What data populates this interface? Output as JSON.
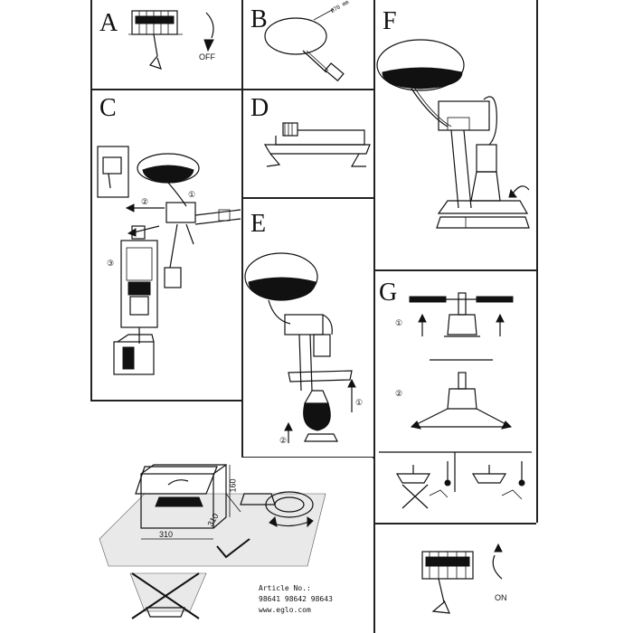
{
  "panels": {
    "A": {
      "letter": "A",
      "off_label": "OFF"
    },
    "B": {
      "letter": "B",
      "dimension_label": "Ø70 mm"
    },
    "C": {
      "letter": "C",
      "steps": [
        "①",
        "②",
        "③"
      ]
    },
    "D": {
      "letter": "D"
    },
    "E": {
      "letter": "E",
      "steps": [
        "①",
        "②"
      ]
    },
    "F": {
      "letter": "F"
    },
    "G": {
      "letter": "G",
      "steps": [
        "①",
        "②"
      ]
    },
    "H": {
      "dim_height": "160",
      "dim_depth": "310",
      "dim_width": "310"
    },
    "I": {
      "on_label": "ON"
    }
  },
  "article": {
    "label": "Article No.:",
    "numbers": "98641 98642 98643",
    "website": "www.eglo.com"
  }
}
